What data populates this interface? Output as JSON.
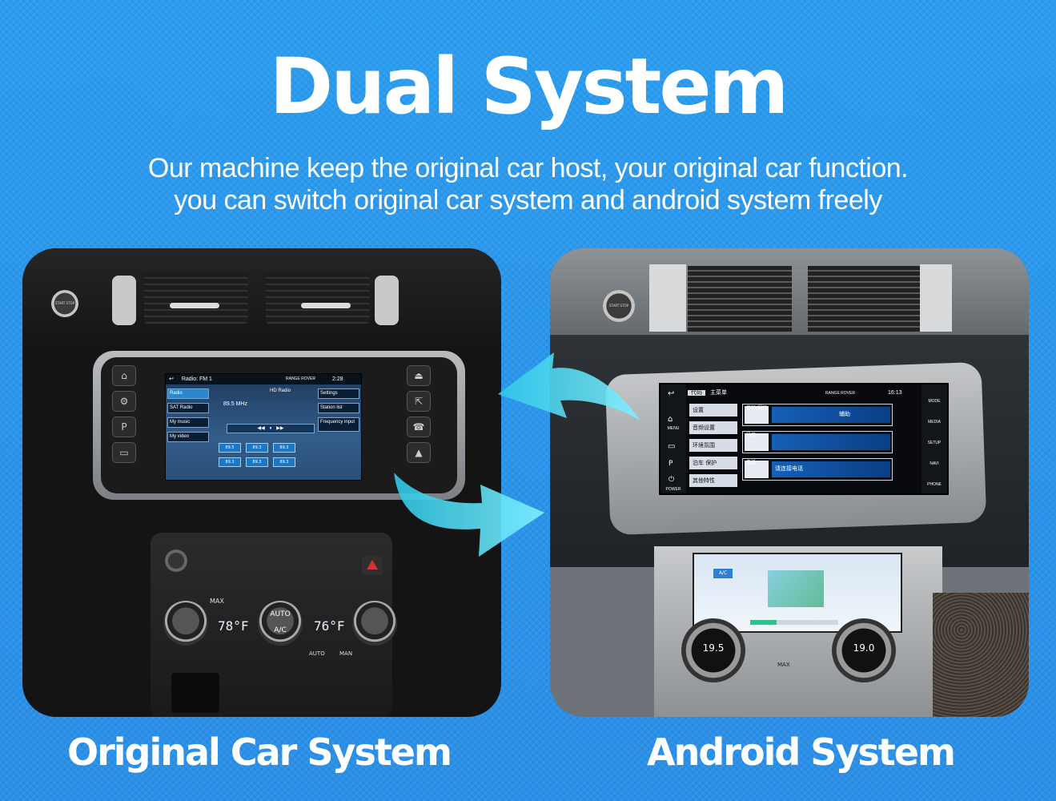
{
  "header": {
    "title": "Dual System",
    "subtitle_line1": "Our machine keep the original car host, your original car function.",
    "subtitle_line2": "you can switch original car system and android system freely"
  },
  "captions": {
    "left": "Original Car System",
    "right": "Android System"
  },
  "original_screen": {
    "topbar_label": "Radio: FM 1",
    "brand": "RANGE ROVER",
    "clock": "2:28",
    "menu": [
      "Radio",
      "SAT Radio",
      "My music",
      "My video"
    ],
    "right_menu": [
      "Settings",
      "Station list",
      "Frequency input"
    ],
    "frequency": "89.5 MHz",
    "hd_label": "HD Radio",
    "presets": [
      "89.5",
      "89.3",
      "89.3",
      "89.3",
      "89.3",
      "89.3"
    ]
  },
  "original_climate": {
    "left_temp": "78°F",
    "right_temp": "76°F",
    "center_top": "AUTO",
    "center_bottom": "A/C",
    "max_label": "MAX",
    "auto_label": "AUTO",
    "man_label": "MAN"
  },
  "android_screen": {
    "tab_active": "代码",
    "tab_title": "主菜单",
    "brand": "RANGE ROVER",
    "clock": "16:13",
    "rows": [
      "设置",
      "音频设置",
      "环境氛围",
      "泊车 保护",
      "其他特性"
    ],
    "cards": [
      {
        "label": "音频/视频",
        "text": "辅助"
      },
      {
        "label": "导航",
        "text": ""
      },
      {
        "label": "电话",
        "text": "请连接电话"
      }
    ],
    "left_labels": [
      "MENU",
      "POWER"
    ],
    "right_labels": [
      "MODE",
      "MEDIA",
      "SETUP",
      "NAVI",
      "PHONE"
    ]
  },
  "android_climate": {
    "left_temp": "19.5",
    "right_temp": "19.0",
    "ac_label": "A/C",
    "max_label": "MAX"
  },
  "start_label": "START STOP",
  "colors": {
    "background": "#2a95ec",
    "arrow": "#4fdcf0",
    "text": "#ffffff"
  }
}
